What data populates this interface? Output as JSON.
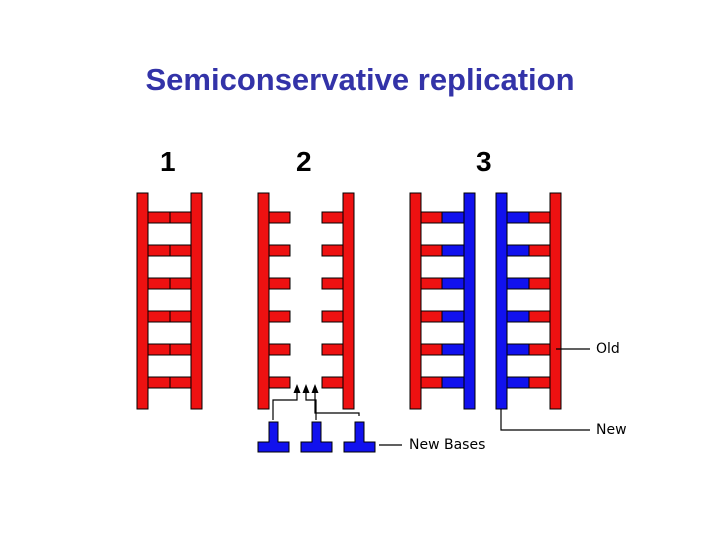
{
  "title": "Semiconservative replication",
  "stages": [
    {
      "number": "1",
      "description": "parent double helix, both strands old"
    },
    {
      "number": "2",
      "description": "strands separated, free bases pairing"
    },
    {
      "number": "3",
      "description": "two daughter helices, each with one old and one new strand"
    }
  ],
  "labels": {
    "old": "Old",
    "new": "New",
    "new_bases": "New Bases"
  },
  "colors": {
    "old_strand": "#ee1111",
    "new_strand": "#1111ee",
    "title": "#3333a8",
    "outline": "#000000"
  },
  "rungs_per_ladder": 6,
  "free_bases_shown": 3
}
